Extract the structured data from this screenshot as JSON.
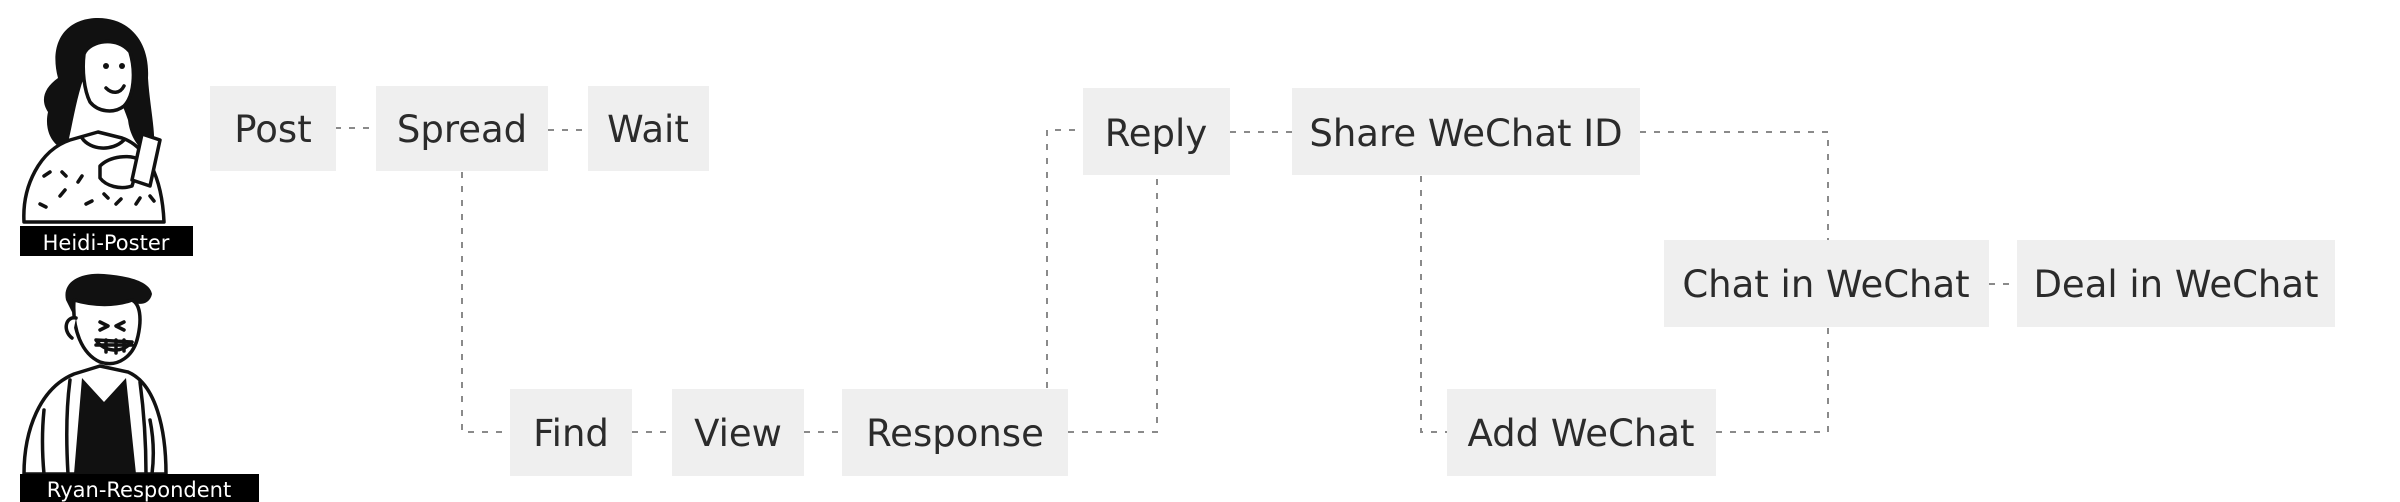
{
  "personas": [
    {
      "id": "poster",
      "label": "Heidi-Poster"
    },
    {
      "id": "respondent",
      "label": "Ryan-Respondent"
    }
  ],
  "steps": {
    "post": "Post",
    "spread": "Spread",
    "wait": "Wait",
    "find": "Find",
    "view": "View",
    "response": "Response",
    "reply": "Reply",
    "share_wechat_id": "Share WeChat ID",
    "chat_in_wechat": "Chat in WeChat",
    "deal_in_wechat": "Deal in WeChat",
    "add_wechat": "Add WeChat"
  },
  "connections": [
    [
      "post",
      "spread"
    ],
    [
      "spread",
      "wait"
    ],
    [
      "spread",
      "find"
    ],
    [
      "find",
      "view"
    ],
    [
      "view",
      "response"
    ],
    [
      "response",
      "reply"
    ],
    [
      "reply",
      "share_wechat_id"
    ],
    [
      "share_wechat_id",
      "chat_in_wechat"
    ],
    [
      "share_wechat_id",
      "add_wechat"
    ],
    [
      "add_wechat",
      "chat_in_wechat"
    ],
    [
      "chat_in_wechat",
      "deal_in_wechat"
    ]
  ],
  "colors": {
    "node_fill": "#efefef",
    "node_text": "#2b2b2b",
    "connector": "#8a8a8a",
    "label_background": "#000000",
    "label_text": "#ffffff"
  }
}
